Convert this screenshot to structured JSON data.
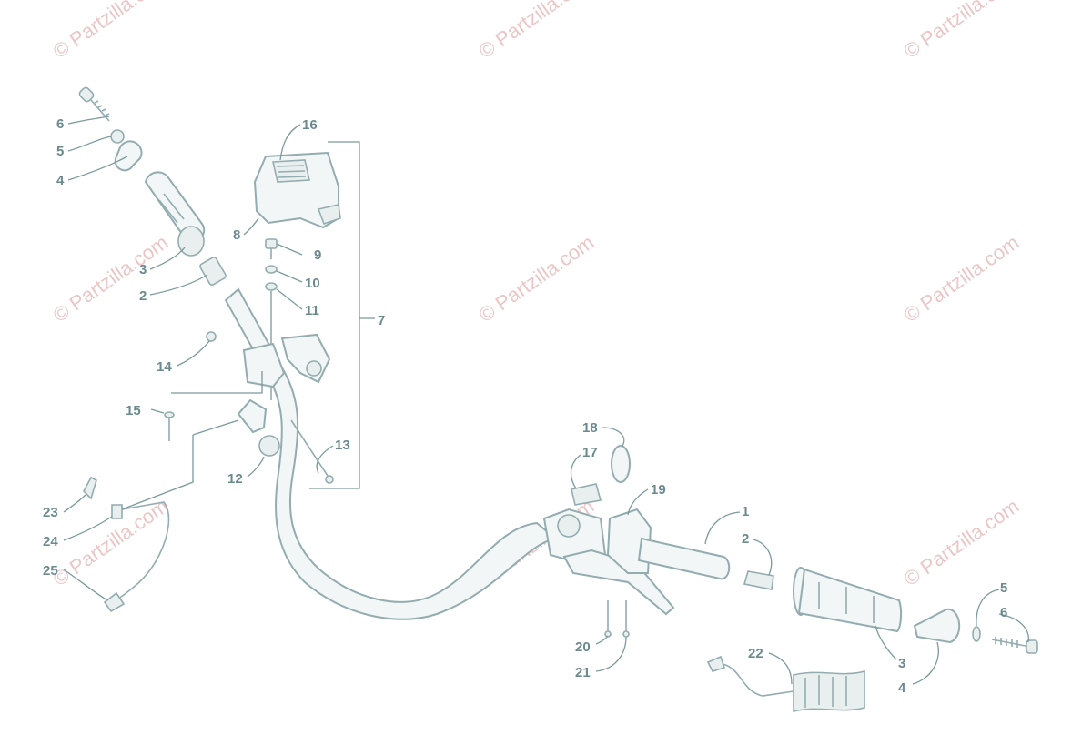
{
  "watermark": {
    "text": "© Partzilla.com",
    "color": "#e4b3b3"
  },
  "colors": {
    "line": "#93acb0",
    "label": "#6b8a8e",
    "background": "#ffffff"
  },
  "callouts": {
    "c6a": "6",
    "c5a": "5",
    "c4a": "4",
    "c3a": "3",
    "c2a": "2",
    "c16": "16",
    "c8": "8",
    "c9": "9",
    "c10": "10",
    "c11": "11",
    "c7": "7",
    "c14": "14",
    "c15": "15",
    "c13": "13",
    "c12": "12",
    "c23": "23",
    "c24": "24",
    "c25": "25",
    "c18": "18",
    "c17": "17",
    "c19": "19",
    "c1": "1",
    "c2b": "2",
    "c5b": "5",
    "c6b": "6",
    "c3b": "3",
    "c4b": "4",
    "c20": "20",
    "c21": "21",
    "c22": "22"
  }
}
